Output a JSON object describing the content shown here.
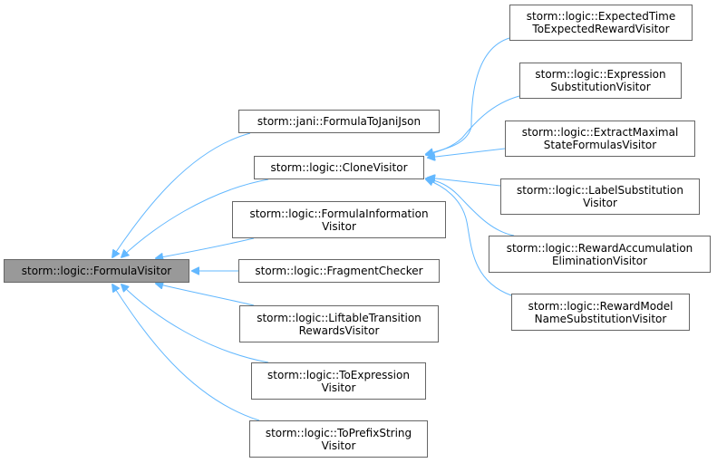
{
  "diagram": {
    "type": "inheritance-graph",
    "edge_color": "#63b8ff",
    "root": {
      "id": "formula-visitor",
      "lines": [
        "storm::logic::FormulaVisitor"
      ],
      "highlight": "#999999"
    },
    "level1": [
      {
        "id": "formula-to-jani-json",
        "lines": [
          "storm::jani::FormulaToJaniJson"
        ]
      },
      {
        "id": "clone-visitor",
        "lines": [
          "storm::logic::CloneVisitor"
        ]
      },
      {
        "id": "formula-information-visitor",
        "lines": [
          "storm::logic::FormulaInformation",
          "Visitor"
        ]
      },
      {
        "id": "fragment-checker",
        "lines": [
          "storm::logic::FragmentChecker"
        ]
      },
      {
        "id": "liftable-transition-rewards-visitor",
        "lines": [
          "storm::logic::LiftableTransition",
          "RewardsVisitor"
        ]
      },
      {
        "id": "to-expression-visitor",
        "lines": [
          "storm::logic::ToExpression",
          "Visitor"
        ]
      },
      {
        "id": "to-prefix-string-visitor",
        "lines": [
          "storm::logic::ToPrefixString",
          "Visitor"
        ]
      }
    ],
    "level2": [
      {
        "id": "expected-time-to-expected-reward-visitor",
        "lines": [
          "storm::logic::ExpectedTime",
          "ToExpectedRewardVisitor"
        ]
      },
      {
        "id": "expression-substitution-visitor",
        "lines": [
          "storm::logic::Expression",
          "SubstitutionVisitor"
        ]
      },
      {
        "id": "extract-maximal-state-formulas-visitor",
        "lines": [
          "storm::logic::ExtractMaximal",
          "StateFormulasVisitor"
        ]
      },
      {
        "id": "label-substitution-visitor",
        "lines": [
          "storm::logic::LabelSubstitution",
          "Visitor"
        ]
      },
      {
        "id": "reward-accumulation-elimination-visitor",
        "lines": [
          "storm::logic::RewardAccumulation",
          "EliminationVisitor"
        ]
      },
      {
        "id": "reward-model-name-substitution-visitor",
        "lines": [
          "storm::logic::RewardModel",
          "NameSubstitutionVisitor"
        ]
      }
    ],
    "edges": [
      {
        "from": "formula-to-jani-json",
        "to": "formula-visitor"
      },
      {
        "from": "clone-visitor",
        "to": "formula-visitor"
      },
      {
        "from": "formula-information-visitor",
        "to": "formula-visitor"
      },
      {
        "from": "fragment-checker",
        "to": "formula-visitor"
      },
      {
        "from": "liftable-transition-rewards-visitor",
        "to": "formula-visitor"
      },
      {
        "from": "to-expression-visitor",
        "to": "formula-visitor"
      },
      {
        "from": "to-prefix-string-visitor",
        "to": "formula-visitor"
      },
      {
        "from": "expected-time-to-expected-reward-visitor",
        "to": "clone-visitor"
      },
      {
        "from": "expression-substitution-visitor",
        "to": "clone-visitor"
      },
      {
        "from": "extract-maximal-state-formulas-visitor",
        "to": "clone-visitor"
      },
      {
        "from": "label-substitution-visitor",
        "to": "clone-visitor"
      },
      {
        "from": "reward-accumulation-elimination-visitor",
        "to": "clone-visitor"
      },
      {
        "from": "reward-model-name-substitution-visitor",
        "to": "clone-visitor"
      }
    ]
  }
}
